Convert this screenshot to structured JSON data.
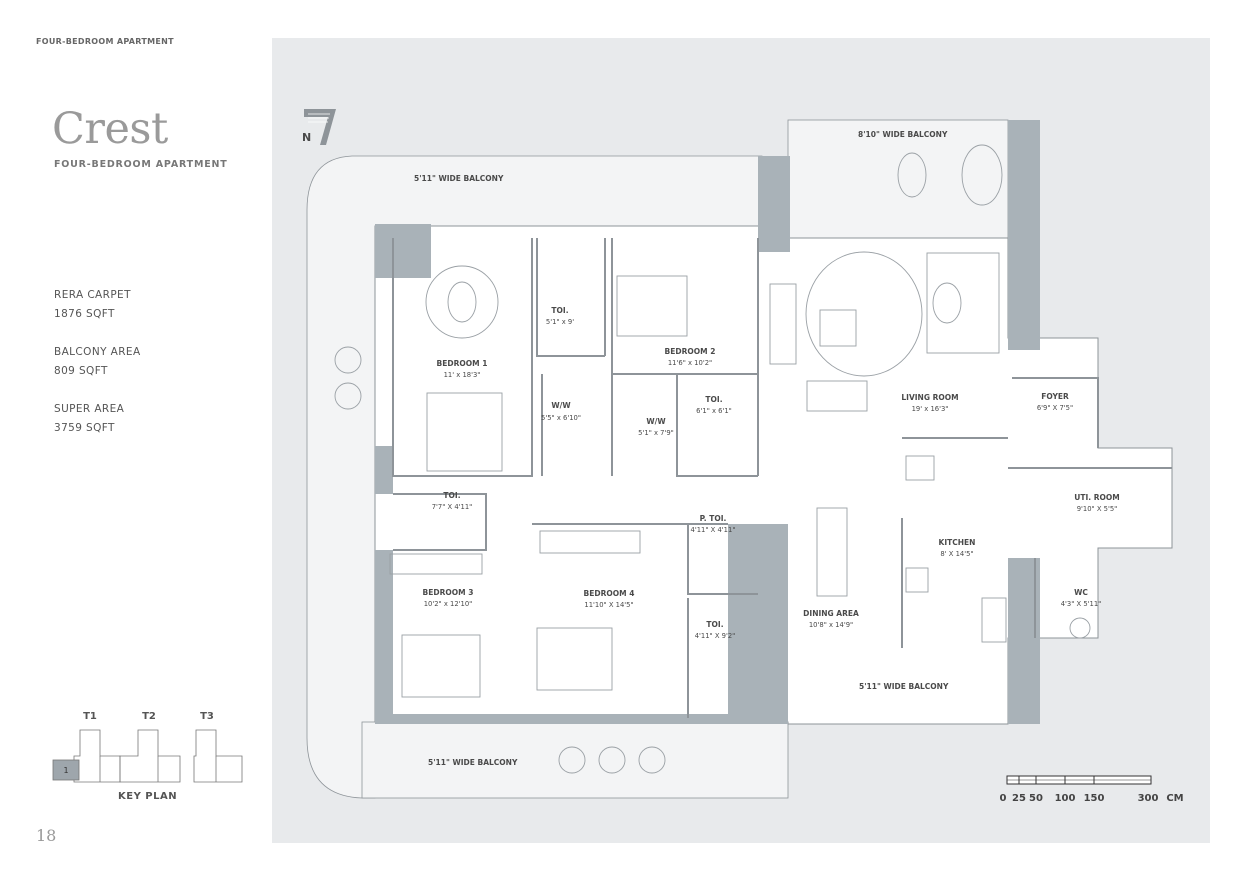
{
  "header_label": "FOUR-BEDROOM APARTMENT",
  "title": "Crest",
  "subtitle": "FOUR-BEDROOM APARTMENT",
  "stats": [
    {
      "label": "RERA CARPET",
      "value": "1876 SQFT"
    },
    {
      "label": "BALCONY AREA",
      "value": "809 SQFT"
    },
    {
      "label": "SUPER AREA",
      "value": "3759 SQFT"
    }
  ],
  "key_plan": {
    "title": "KEY PLAN",
    "towers": [
      "T1",
      "T2",
      "T3"
    ],
    "highlight": "1"
  },
  "page_number": "18",
  "plan": {
    "north": "N",
    "balconies": {
      "top_left": "5'11\" WIDE BALCONY",
      "top_right": "8'10\" WIDE BALCONY",
      "bottom_right": "5'11\" WIDE BALCONY",
      "bottom_left": "5'11\" WIDE BALCONY"
    },
    "rooms": {
      "bedroom1": {
        "name": "BEDROOM 1",
        "dim": "11' x 18'3\""
      },
      "toi1": {
        "name": "TOI.",
        "dim": "5'1\" x 9'"
      },
      "bedroom2": {
        "name": "BEDROOM 2",
        "dim": "11'6\" x 10'2\""
      },
      "wiw1": {
        "name": "W/W",
        "dim": "5'5\" x 6'10\""
      },
      "wiw2": {
        "name": "W/W",
        "dim": "5'1\" x 7'9\""
      },
      "toi2": {
        "name": "TOI.",
        "dim": "6'1\" x 6'1\""
      },
      "living": {
        "name": "LIVING ROOM",
        "dim": "19' x 16'3\""
      },
      "foyer": {
        "name": "FOYER",
        "dim": "6'9\" X 7'5\""
      },
      "toi3": {
        "name": "TOI.",
        "dim": "7'7\" X 4'11\""
      },
      "utility": {
        "name": "UTI. ROOM",
        "dim": "9'10\" X 5'5\""
      },
      "ptoi": {
        "name": "P. TOI.",
        "dim": "4'11\" X 4'11\""
      },
      "kitchen": {
        "name": "KITCHEN",
        "dim": "8' X 14'5\""
      },
      "bedroom3": {
        "name": "BEDROOM 3",
        "dim": "10'2\" x 12'10\""
      },
      "bedroom4": {
        "name": "BEDROOM 4",
        "dim": "11'10\" X 14'5\""
      },
      "wc": {
        "name": "WC",
        "dim": "4'3\" X 5'11\""
      },
      "toi4": {
        "name": "TOI.",
        "dim": "4'11\" X 9'2\""
      },
      "dining": {
        "name": "DINING AREA",
        "dim": "10'8\" x 14'9\""
      }
    },
    "scale": {
      "ticks": [
        "0",
        "25",
        "50",
        "100",
        "150",
        "300"
      ],
      "unit": "CM"
    }
  },
  "colors": {
    "plan_bg": "#e8eaec",
    "wall": "#a9b2b8",
    "floor": "#ffffff",
    "line": "#8e9499"
  }
}
